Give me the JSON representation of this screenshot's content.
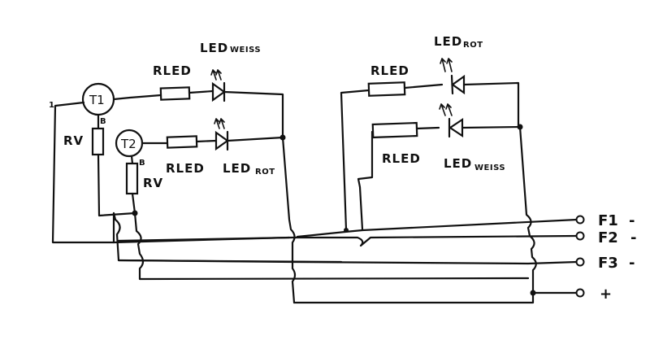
{
  "transistors": {
    "t1": {
      "label": "T1",
      "pin_emitter": "1",
      "pin_base": "B"
    },
    "t2": {
      "label": "T2",
      "pin_base": "B"
    }
  },
  "components": {
    "left_top_resistor": "RLED",
    "left_top_led": {
      "main": "LED",
      "sub": "WEISS"
    },
    "left_bottom_resistor": "RLED",
    "left_bottom_led": {
      "main": "LED",
      "sub": "ROT"
    },
    "left_rv_top": "RV",
    "left_rv_bottom": "RV",
    "right_top_resistor": "RLED",
    "right_top_led": {
      "main": "LED",
      "sub": "ROT"
    },
    "right_bottom_resistor": "RLED",
    "right_bottom_led": {
      "main": "LED",
      "sub": "WEISS"
    }
  },
  "terminals": [
    {
      "label": "F1",
      "suffix": "-"
    },
    {
      "label": "F2",
      "suffix": "-"
    },
    {
      "label": "F3",
      "suffix": "-"
    },
    {
      "label": "+",
      "suffix": ""
    }
  ],
  "colors": {
    "ink": "#111111",
    "paper": "#ffffff"
  }
}
